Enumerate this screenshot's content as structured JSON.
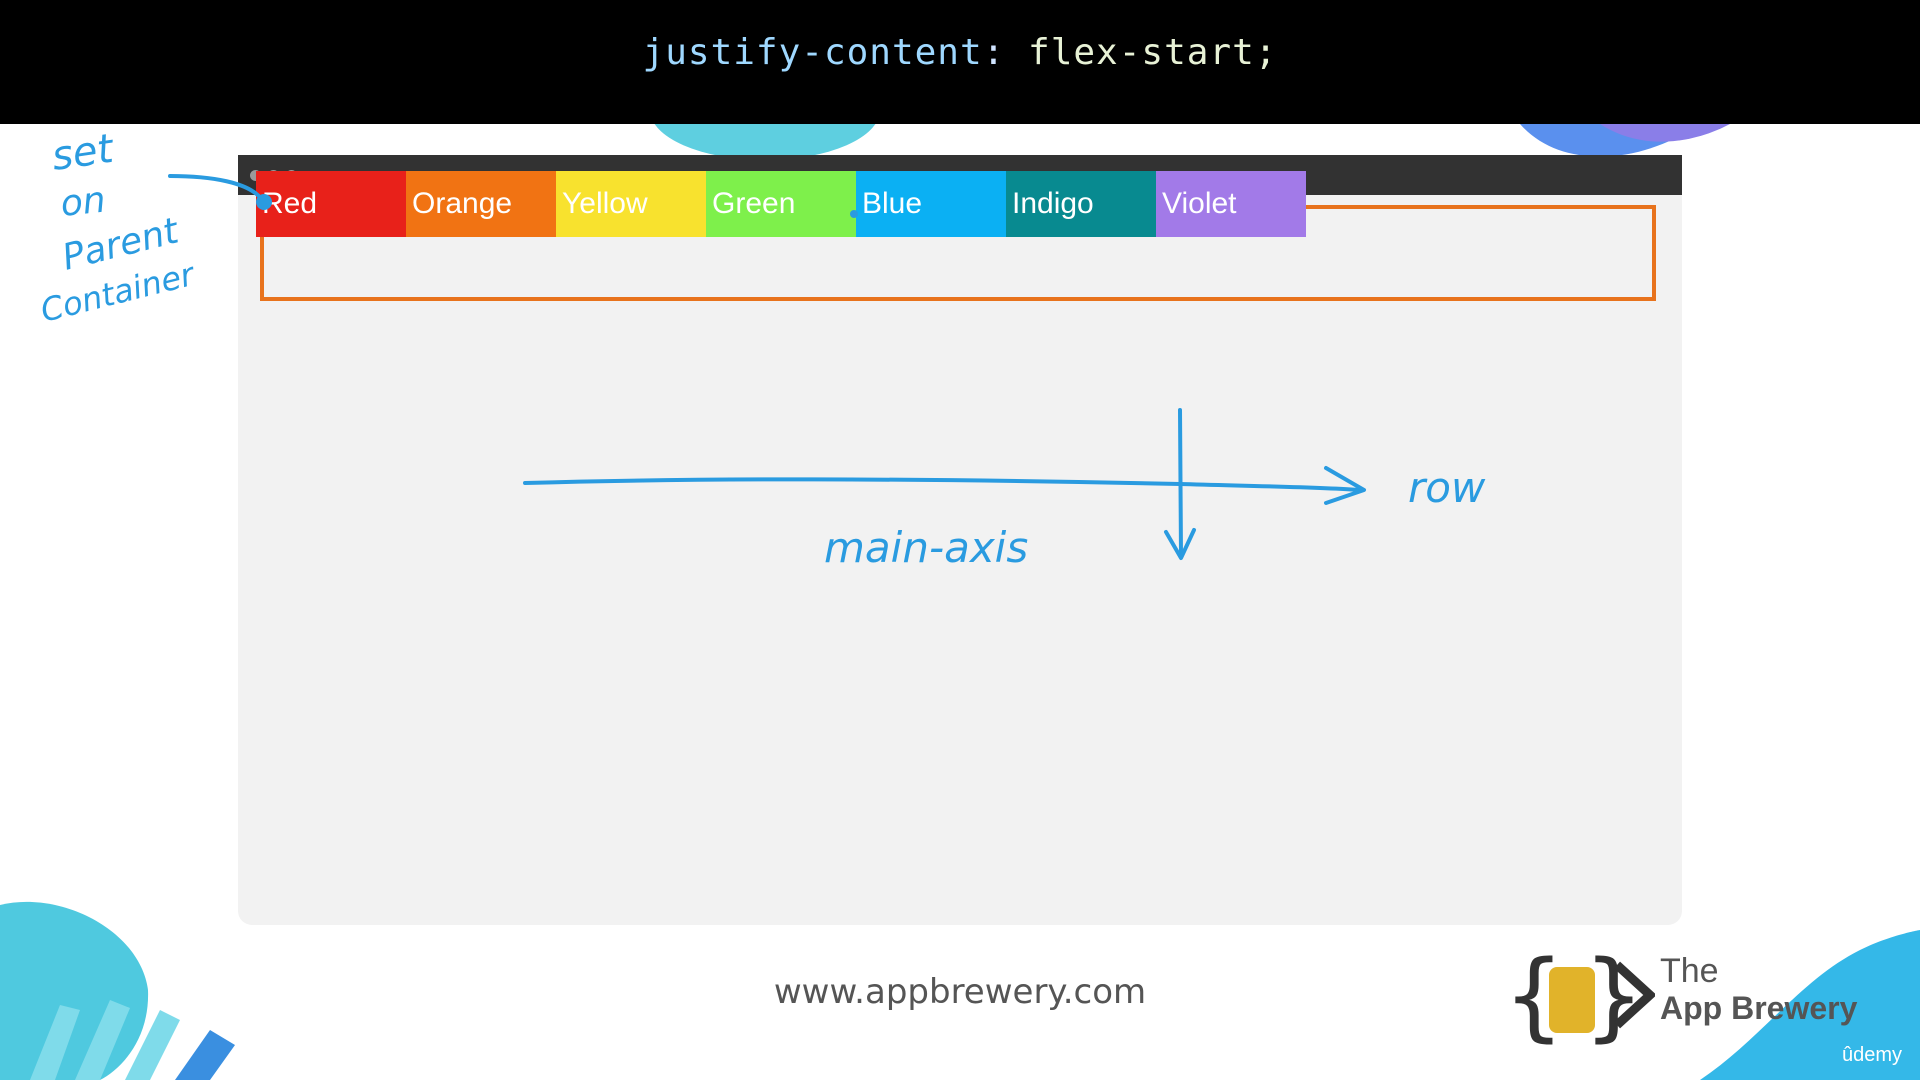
{
  "header": {
    "code_property": "justify-content",
    "code_colon": ":",
    "code_value": "flex-start;"
  },
  "flex_items": [
    {
      "label": "Red",
      "color": "#e8211a"
    },
    {
      "label": "Orange",
      "color": "#f17313"
    },
    {
      "label": "Yellow",
      "color": "#f8e22e"
    },
    {
      "label": "Green",
      "color": "#7ef04b"
    },
    {
      "label": "Blue",
      "color": "#0bb0f3"
    },
    {
      "label": "Indigo",
      "color": "#088a90"
    },
    {
      "label": "Violet",
      "color": "#a27ae8"
    }
  ],
  "annotations": {
    "note_line1": "set",
    "note_line2": "on",
    "note_line3": "Parent",
    "note_line4": "Container",
    "axis_label": "main-axis",
    "direction_label": "row",
    "ink_color": "#2a9be0"
  },
  "footer": {
    "url": "www.appbrewery.com",
    "brand_the": "The",
    "brand_name": "App Brewery",
    "platform": "ûdemy"
  },
  "colors": {
    "container_border": "#e8731d",
    "window_bar": "#323232",
    "window_bg": "#f2f2f2"
  }
}
